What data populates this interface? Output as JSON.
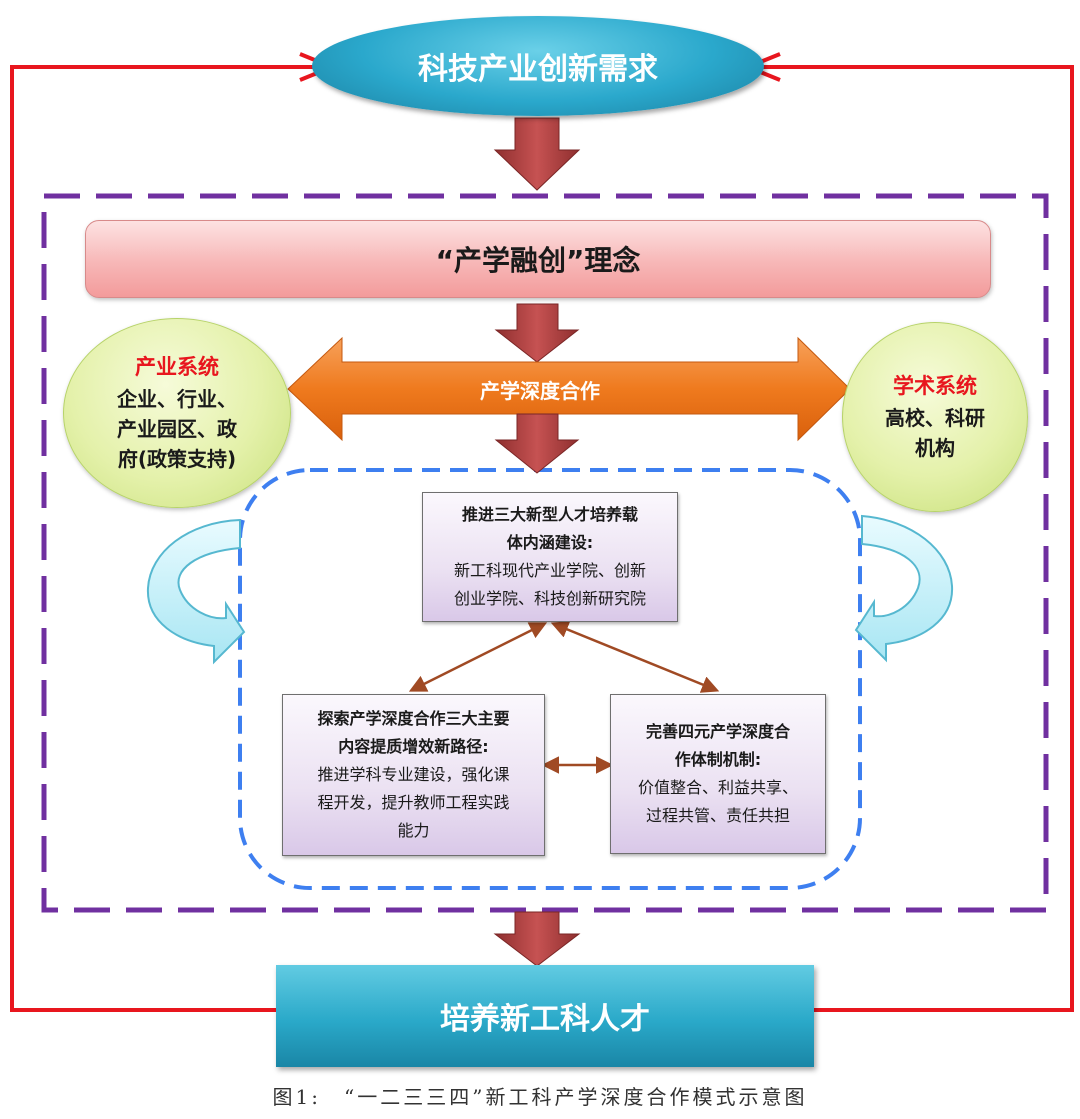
{
  "top_demand": "科技产业创新需求",
  "concept": "“产学融创”理念",
  "cooperation": "产学深度合作",
  "industry_system": {
    "title": "产业系统",
    "lines": [
      "企业、行业、",
      "产业园区、政",
      "府(政策支持)"
    ]
  },
  "academic_system": {
    "title": "学术系统",
    "lines": [
      "高校、科研",
      "机构"
    ]
  },
  "carrier_box": {
    "heading": [
      "推进三大新型人才培养载",
      "体内涵建设:"
    ],
    "body": [
      "新工科现代产业学院、创新",
      "创业学院、科技创新研究院"
    ]
  },
  "path_box": {
    "heading": [
      "探索产学深度合作三大主要",
      "内容提质增效新路径:"
    ],
    "body": [
      "推进学科专业建设，强化课",
      "程开发，提升教师工程实践",
      "能力"
    ]
  },
  "mechanism_box": {
    "heading": [
      "完善四元产学深度合",
      "作体制机制:"
    ],
    "body": [
      "价值整合、利益共享、",
      "过程共管、责任共担"
    ]
  },
  "bottom_goal": "培养新工科人才",
  "caption": "图1:　“一二三三四”新工科产学深度合作模式示意图"
}
